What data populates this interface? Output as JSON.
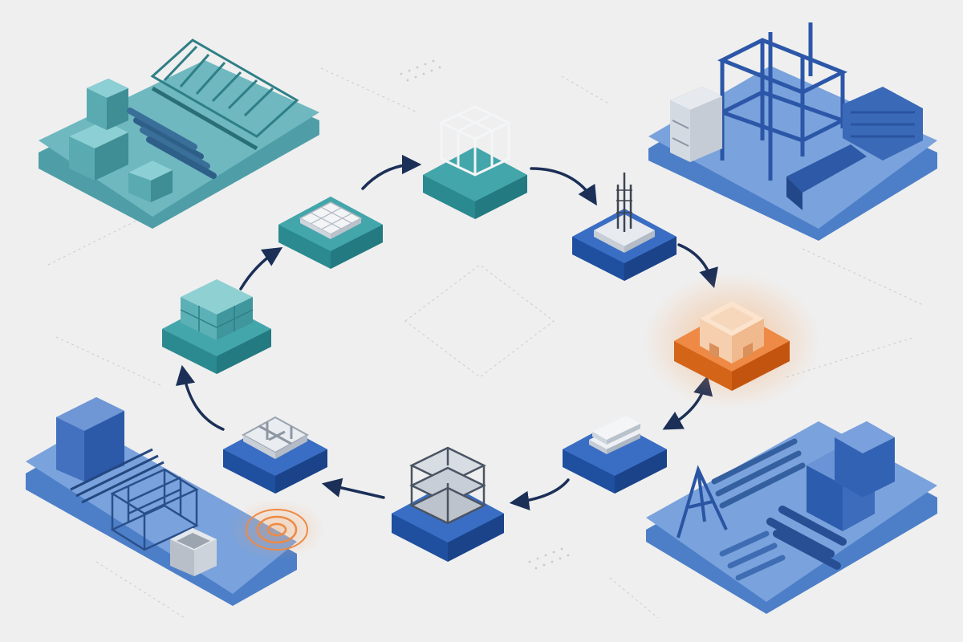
{
  "diagram": {
    "kind": "construction-material-cycle",
    "palette": {
      "background": "#efefef",
      "teal": "#3a9ea3",
      "teal_light": "#6fc1c3",
      "blue": "#2f62b8",
      "blue_light": "#6f97d6",
      "orange": "#e8782c",
      "arrow": "#1b2f57",
      "concrete": "#d9dde3"
    },
    "yards": [
      {
        "id": "yard-top-left",
        "theme": "teal",
        "contents": [
          "stacked-blocks-icon",
          "roof-truss-icon",
          "pipe-bundle-icon"
        ]
      },
      {
        "id": "yard-top-right",
        "theme": "blue",
        "contents": [
          "steel-frame-icon",
          "hollow-block-stack-icon",
          "steel-beam-bundle-icon"
        ]
      },
      {
        "id": "yard-bottom-left",
        "theme": "blue",
        "contents": [
          "block-stack-icon",
          "rebar-bundle-icon",
          "rebar-cage-icon",
          "concrete-box-icon",
          "location-pulse-icon"
        ]
      },
      {
        "id": "yard-bottom-right",
        "theme": "blue",
        "contents": [
          "a-frame-icon",
          "i-beam-bundle-icon",
          "container-icon",
          "pipe-bundle-icon"
        ]
      }
    ],
    "nodes": [
      {
        "id": "node-cube-frame",
        "theme": "teal",
        "icon": "cube-frame-icon"
      },
      {
        "id": "node-foundation-column",
        "theme": "blue",
        "icon": "rebar-column-icon"
      },
      {
        "id": "node-room-shell",
        "theme": "orange",
        "icon": "room-shell-icon",
        "highlighted": true
      },
      {
        "id": "node-slab-stack",
        "theme": "blue",
        "icon": "slab-stack-icon"
      },
      {
        "id": "node-multistory-frame",
        "theme": "blue",
        "icon": "multistory-frame-icon"
      },
      {
        "id": "node-floor-plan",
        "theme": "blue",
        "icon": "floor-plan-icon"
      },
      {
        "id": "node-block-stack",
        "theme": "teal",
        "icon": "block-stack-icon"
      },
      {
        "id": "node-tile-grid",
        "theme": "teal",
        "icon": "tile-grid-icon"
      }
    ],
    "arrows": [
      {
        "from": "node-tile-grid",
        "to": "node-cube-frame",
        "bidirectional": false
      },
      {
        "from": "node-cube-frame",
        "to": "node-foundation-column",
        "bidirectional": false
      },
      {
        "from": "node-foundation-column",
        "to": "node-room-shell",
        "bidirectional": false
      },
      {
        "from": "node-room-shell",
        "to": "node-slab-stack",
        "bidirectional": true
      },
      {
        "from": "node-slab-stack",
        "to": "node-multistory-frame",
        "bidirectional": false
      },
      {
        "from": "node-multistory-frame",
        "to": "node-floor-plan",
        "bidirectional": false
      },
      {
        "from": "node-floor-plan",
        "to": "node-block-stack",
        "bidirectional": false
      },
      {
        "from": "node-block-stack",
        "to": "node-tile-grid",
        "bidirectional": false
      }
    ]
  }
}
